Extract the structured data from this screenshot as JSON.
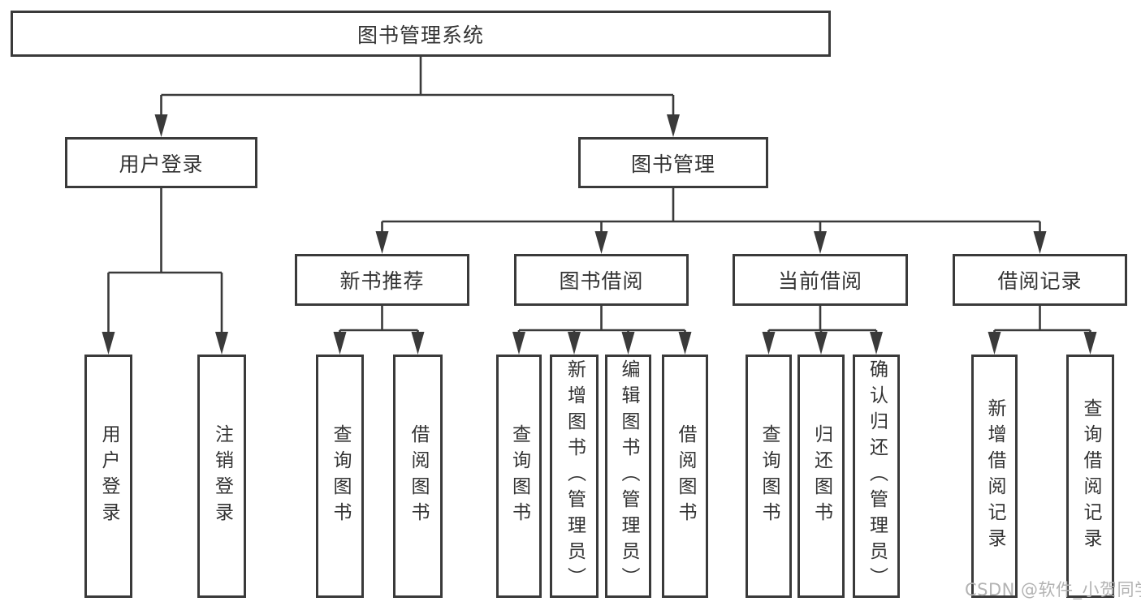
{
  "tree": {
    "root": {
      "label": "图书管理系统",
      "children": [
        {
          "label": "用户登录",
          "children": [
            {
              "label": "用户登录"
            },
            {
              "label": "注销登录"
            }
          ]
        },
        {
          "label": "图书管理",
          "children": [
            {
              "label": "新书推荐",
              "children": [
                {
                  "label": "查询图书"
                },
                {
                  "label": "借阅图书"
                }
              ]
            },
            {
              "label": "图书借阅",
              "children": [
                {
                  "label": "查询图书"
                },
                {
                  "label": "新增图书（管理员）"
                },
                {
                  "label": "编辑图书（管理员）"
                },
                {
                  "label": "借阅图书"
                }
              ]
            },
            {
              "label": "当前借阅",
              "children": [
                {
                  "label": "查询图书"
                },
                {
                  "label": "归还图书"
                },
                {
                  "label": "确认归还（管理员）"
                }
              ]
            },
            {
              "label": "借阅记录",
              "children": [
                {
                  "label": "新增借阅记录"
                },
                {
                  "label": "查询借阅记录"
                }
              ]
            }
          ]
        }
      ]
    }
  },
  "watermark": {
    "text": "CSDN @软件_小贺同学"
  },
  "colors": {
    "line": "#3a3a3a",
    "text": "#333333",
    "background": "#ffffff",
    "watermark": "#b3b3b3"
  }
}
